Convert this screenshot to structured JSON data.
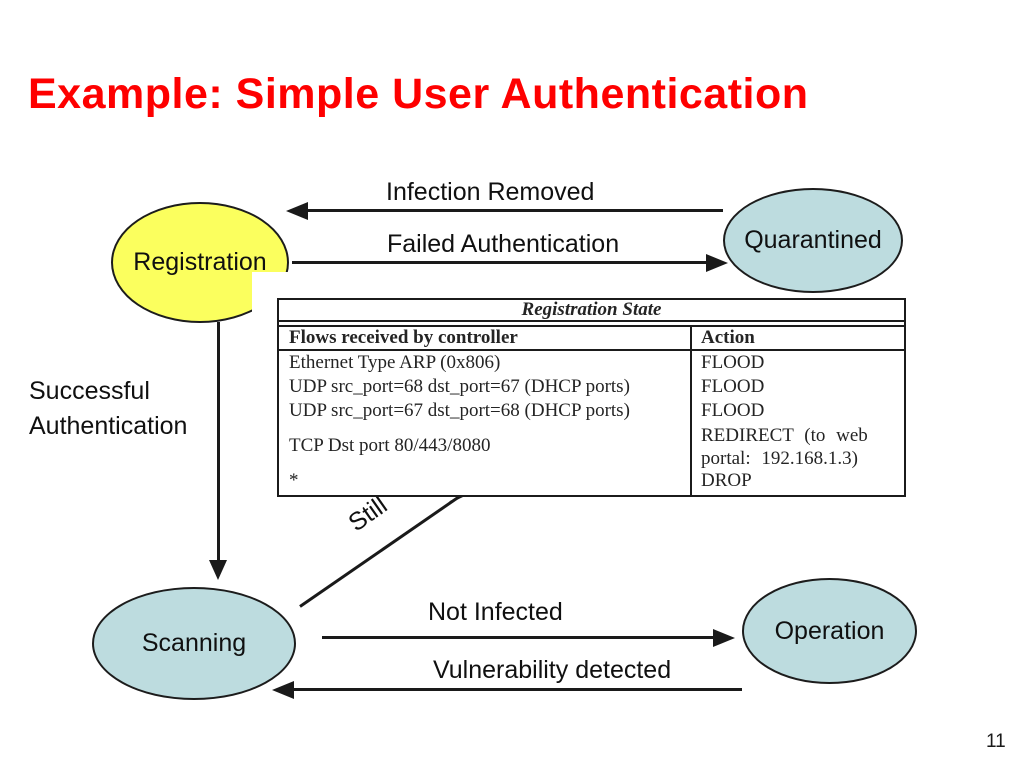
{
  "slide": {
    "title": "Example: Simple User Authentication",
    "page_number": "11"
  },
  "colors": {
    "title_red": "#fe0000",
    "state_yellow": "#fbff5e",
    "state_blue": "#bddcdf",
    "line_black": "#1a1a1a"
  },
  "states": {
    "registration": {
      "label": "Registration"
    },
    "quarantined": {
      "label": "Quarantined"
    },
    "scanning": {
      "label": "Scanning"
    },
    "operation": {
      "label": "Operation"
    }
  },
  "transitions": {
    "infection_removed": {
      "label": "Infection Removed"
    },
    "failed_authentication": {
      "label": "Failed Authentication"
    },
    "successful_authentication": {
      "label": "Successful Authentication"
    },
    "not_infected": {
      "label": "Not Infected"
    },
    "vulnerability_detected": {
      "label": "Vulnerability detected"
    },
    "still_partially_hidden": {
      "label": "Still"
    }
  },
  "table": {
    "title": "Registration State",
    "columns": [
      "Flows received by controller",
      "Action"
    ],
    "rows": [
      [
        "Ethernet Type ARP (0x806)",
        "FLOOD"
      ],
      [
        "UDP src_port=68 dst_port=67 (DHCP ports)",
        "FLOOD"
      ],
      [
        "UDP src_port=67 dst_port=68 (DHCP ports)",
        "FLOOD"
      ],
      [
        "TCP Dst port 80/443/8080",
        "REDIRECT (to web portal: 192.168.1.3)"
      ],
      [
        "*",
        "DROP"
      ]
    ]
  }
}
